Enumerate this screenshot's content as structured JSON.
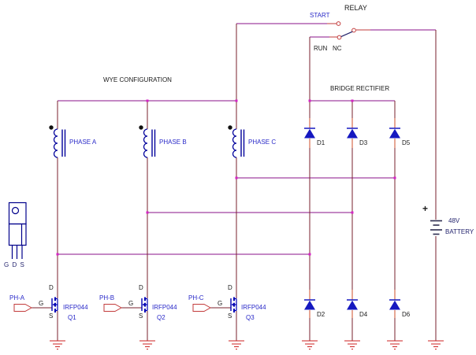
{
  "colors": {
    "wire_horizontal": "#8a1289",
    "wire_vertical": "#7a222c",
    "diode_stub_orange": "#cf4f28",
    "relay_red": "#c23b3b",
    "component_blue": "#0000b4",
    "coil_blue": "#00009b",
    "package_navy": "#00008b",
    "ground_red": "#cc2020",
    "junction_magenta": "#d622c6",
    "label_blue": "#2929c8",
    "label_navy": "#24246e",
    "label_black": "#1a1a1a",
    "background": "#ffffff"
  },
  "relay": {
    "title": "RELAY",
    "start": "START",
    "run": "RUN",
    "nc": "NC"
  },
  "sections": {
    "wye": "WYE CONFIGURATION",
    "bridge": "BRIDGE RECTIFIER"
  },
  "phases": [
    {
      "label": "PHASE A"
    },
    {
      "label": "PHASE B"
    },
    {
      "label": "PHASE C"
    }
  ],
  "rectifier": {
    "top": [
      "D1",
      "D3",
      "D5"
    ],
    "bottom": [
      "D2",
      "D4",
      "D6"
    ]
  },
  "mosfets": [
    {
      "input": "PH-A",
      "part": "IRFP044",
      "ref": "Q1",
      "pin_d": "D",
      "pin_g": "G",
      "pin_s": "S"
    },
    {
      "input": "PH-B",
      "part": "IRFP044",
      "ref": "Q2",
      "pin_d": "D",
      "pin_g": "G",
      "pin_s": "S"
    },
    {
      "input": "PH-C",
      "part": "IRFP044",
      "ref": "Q3",
      "pin_d": "D",
      "pin_g": "G",
      "pin_s": "S"
    }
  ],
  "package": {
    "pin_labels": "G D S"
  },
  "battery": {
    "polarity": "+",
    "voltage": "48V",
    "name": "BATTERY"
  }
}
